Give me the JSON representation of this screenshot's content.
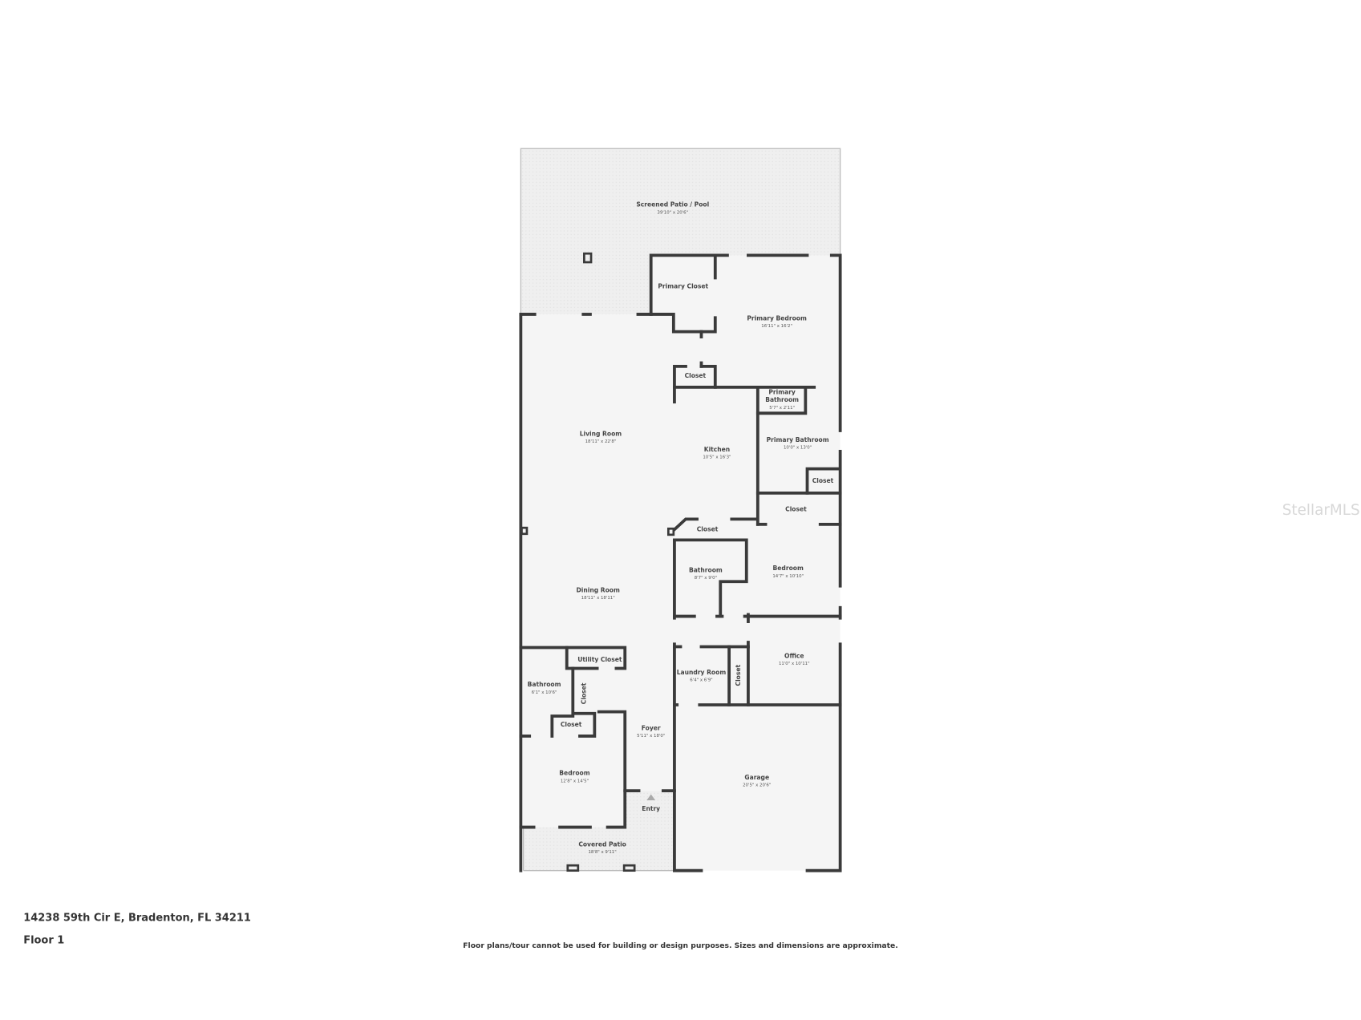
{
  "address": "14238 59th Cir E, Bradenton, FL 34211",
  "floor": "Floor 1",
  "disclaimer": "Floor plans/tour cannot be used for building or design purposes. Sizes and dimensions are approximate.",
  "watermark": "StellarMLS",
  "colors": {
    "wall": "#3a3a3a",
    "floor": "#f5f5f5",
    "outdoor": "#ececec"
  },
  "rooms": {
    "patio_pool": {
      "name": "Screened Patio / Pool",
      "dims": "39'10\" x 20'6\""
    },
    "primary_closet": {
      "name": "Primary Closet"
    },
    "primary_bedroom": {
      "name": "Primary Bedroom",
      "dims": "16'11\" x 16'2\""
    },
    "closet_a": {
      "name": "Closet"
    },
    "primary_bath_small": {
      "name1": "Primary",
      "name2": "Bathroom",
      "dims": "5'7\" x 2'11\""
    },
    "living": {
      "name": "Living Room",
      "dims": "18'11\" x 22'8\""
    },
    "kitchen": {
      "name": "Kitchen",
      "dims": "10'5\" x 16'3\""
    },
    "primary_bath": {
      "name": "Primary Bathroom",
      "dims": "10'0\" x 13'0\""
    },
    "closet_b": {
      "name": "Closet"
    },
    "closet_c": {
      "name": "Closet"
    },
    "closet_d": {
      "name": "Closet"
    },
    "bathroom_1": {
      "name": "Bathroom",
      "dims": "8'7\" x 9'0\""
    },
    "bedroom_1": {
      "name": "Bedroom",
      "dims": "14'7\" x 10'10\""
    },
    "dining": {
      "name": "Dining Room",
      "dims": "18'11\" x 18'11\""
    },
    "office": {
      "name": "Office",
      "dims": "11'0\" x 10'11\""
    },
    "laundry": {
      "name": "Laundry Room",
      "dims": "6'4\" x 6'9\""
    },
    "closet_e": {
      "name": "Closet"
    },
    "utility_closet": {
      "name": "Utility Closet"
    },
    "bathroom_2": {
      "name": "Bathroom",
      "dims": "6'1\" x 10'6\""
    },
    "closet_f": {
      "name": "Closet"
    },
    "closet_g": {
      "name": "Closet"
    },
    "foyer": {
      "name": "Foyer",
      "dims": "5'11\" x 18'0\""
    },
    "bedroom_2": {
      "name": "Bedroom",
      "dims": "12'8\" x 14'5\""
    },
    "garage": {
      "name": "Garage",
      "dims": "20'5\" x 20'6\""
    },
    "entry": {
      "name": "Entry"
    },
    "covered_patio": {
      "name": "Covered Patio",
      "dims": "18'8\" x 9'11\""
    }
  }
}
